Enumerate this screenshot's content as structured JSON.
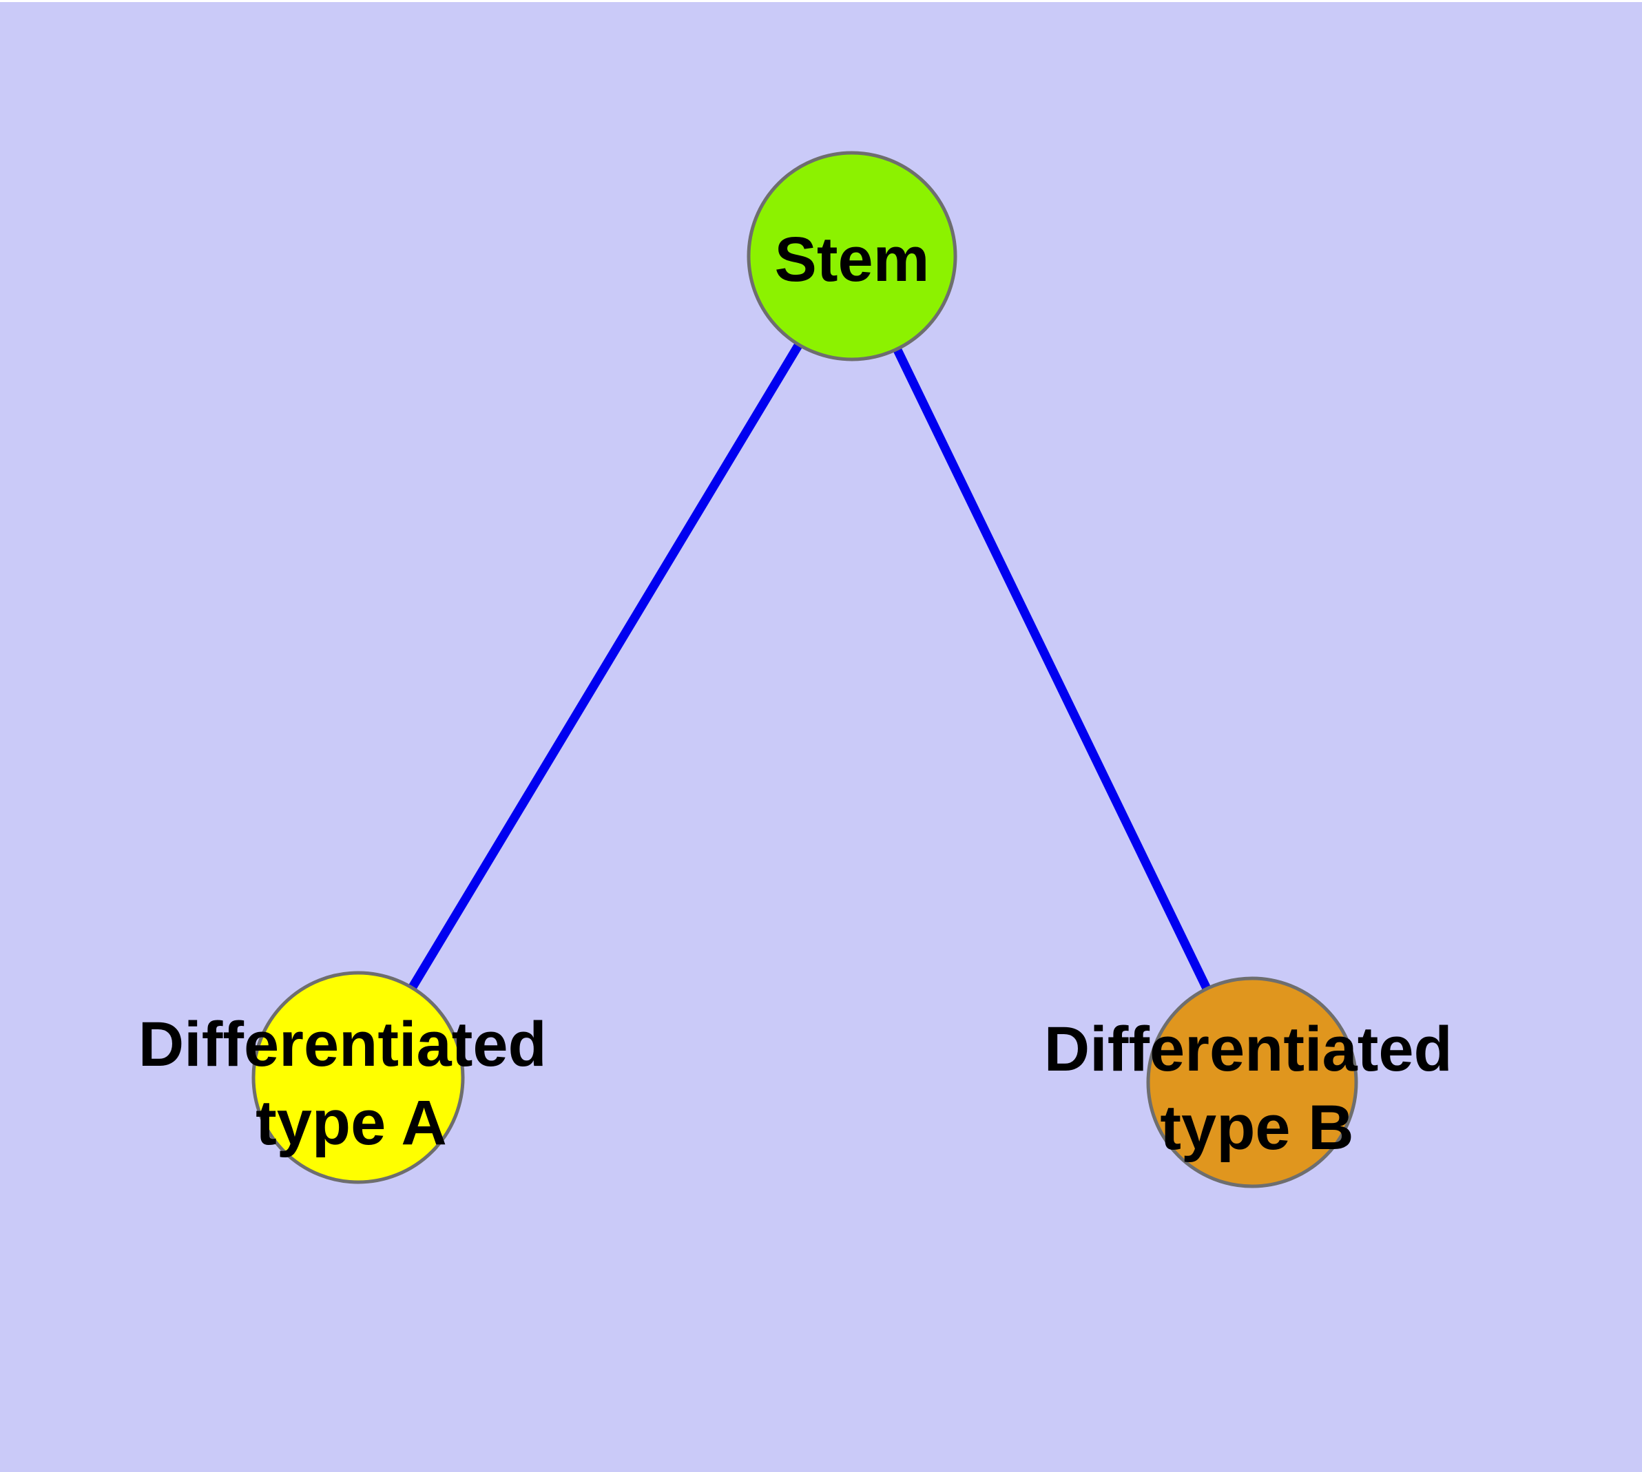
{
  "diagram": {
    "title": "",
    "background_color": "#cacaf8",
    "top_edge_strip_color": "#ffffff",
    "edge_color": "#0000f0",
    "node_border_color": "#6e6e6e",
    "label_color": "#000000",
    "nodes": {
      "stem": {
        "label": "Stem",
        "fill_color": "#8cf200"
      },
      "type_a": {
        "label_line1": "Differentiated",
        "label_line2": "type A",
        "fill_color": "#ffff00"
      },
      "type_b": {
        "label_line1": "Differentiated",
        "label_line2": "type B",
        "fill_color": "#e0961e"
      }
    },
    "edges": [
      {
        "from": "Stem",
        "to": "Differentiated type A"
      },
      {
        "from": "Stem",
        "to": "Differentiated type B"
      }
    ]
  }
}
